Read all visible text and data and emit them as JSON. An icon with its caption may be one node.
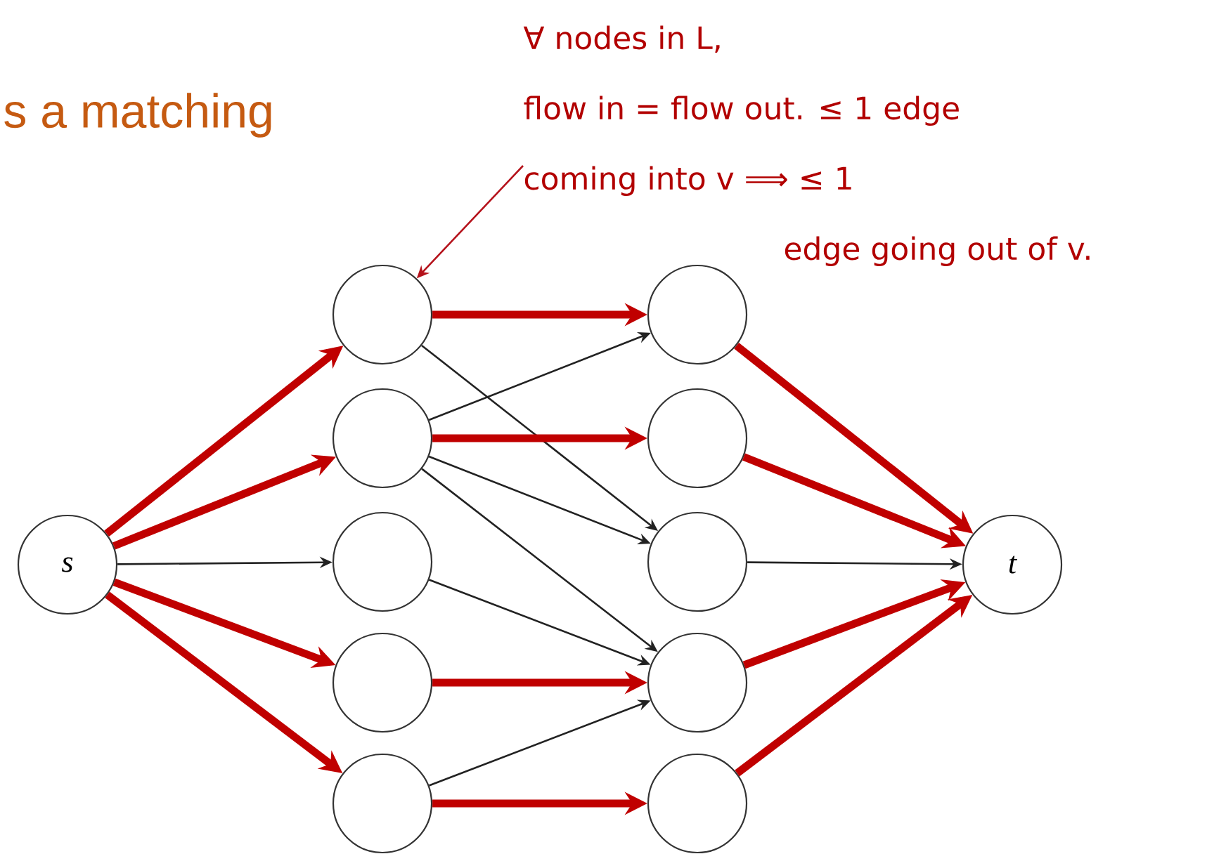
{
  "diagram": {
    "title": "s a matching",
    "nodes": [
      {
        "text": [
          "s"
        ]
      },
      {
        "text": [],
        "shape": "circle"
      },
      {
        "text": [],
        "shape": "circle"
      },
      {
        "text": [],
        "shape": "circle"
      },
      {
        "text": [],
        "shape": "circle"
      },
      {
        "text": [],
        "shape": "circle"
      },
      {
        "text": [],
        "shape": "circle"
      },
      {
        "text": [],
        "shape": "circle"
      },
      {
        "text": [],
        "shape": "circle"
      },
      {
        "text": [],
        "shape": "circle"
      },
      {
        "text": [],
        "shape": "circle"
      },
      {
        "text": [
          "t"
        ]
      },
      {
        "text": [
          "∀ nodes in L, flow in = flow out. ≤ 1 edge coming into v ⟹ ≤ 1 edge going out of v."
        ]
      }
    ],
    "edges": [
      {
        "from": 0,
        "to": 1,
        "arrow": "to"
      },
      {
        "from": 0,
        "to": 2,
        "arrow": "to"
      },
      {
        "from": 0,
        "to": 3,
        "arrow": "to",
        "color": "#222222"
      },
      {
        "from": 0,
        "to": 4,
        "arrow": "to"
      },
      {
        "from": 0,
        "to": 5,
        "arrow": "to"
      },
      {
        "from": 1,
        "to": 6,
        "arrow": "to"
      },
      {
        "from": 1,
        "to": 8,
        "arrow": "to",
        "color": "#222222"
      },
      {
        "from": 2,
        "to": 6,
        "arrow": "to",
        "color": "#222222"
      },
      {
        "from": 2,
        "to": 7,
        "arrow": "to"
      },
      {
        "from": 2,
        "to": 8,
        "arrow": "to",
        "color": "#222222"
      },
      {
        "from": 2,
        "to": 9,
        "arrow": "to",
        "color": "#222222"
      },
      {
        "from": 3,
        "to": 9,
        "arrow": "to",
        "color": "#222222"
      },
      {
        "from": 4,
        "to": 9,
        "arrow": "to"
      },
      {
        "from": 5,
        "to": 9,
        "arrow": "to",
        "color": "#222222"
      },
      {
        "from": 5,
        "to": 10,
        "arrow": "to"
      },
      {
        "from": 6,
        "to": 11,
        "arrow": "to"
      },
      {
        "from": 7,
        "to": 11,
        "arrow": "to"
      },
      {
        "from": 8,
        "to": 11,
        "arrow": "to",
        "color": "#222222"
      },
      {
        "from": 9,
        "to": 11,
        "arrow": "to"
      },
      {
        "from": 10,
        "to": 11,
        "arrow": "to"
      },
      {
        "from": 12,
        "to": 1,
        "arrow": "to",
        "color": "#b5121b"
      }
    ]
  }
}
